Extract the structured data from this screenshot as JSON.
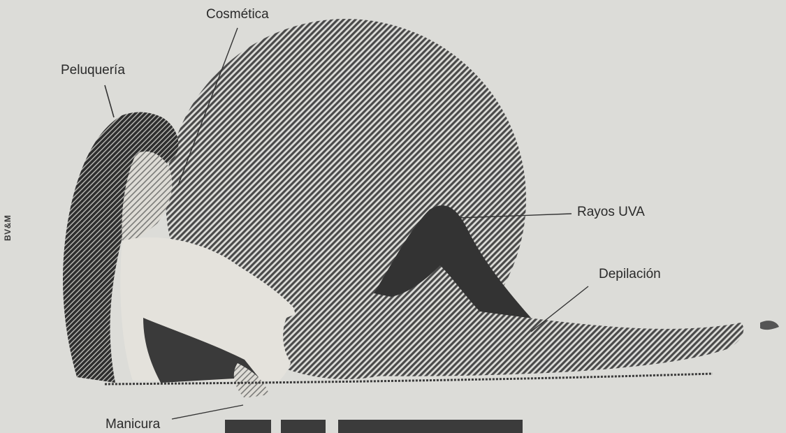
{
  "labels": {
    "cosmetica": "Cosmética",
    "peluqueria": "Peluquería",
    "rayos_uva": "Rayos UVA",
    "depilacion": "Depilación",
    "manicura": "Manicura"
  },
  "credit": "BV&M",
  "colors": {
    "background": "#dcdcd8",
    "hatch": "#4a4a4a",
    "dark": "#2e2e2e",
    "label": "#2a2a2a"
  }
}
